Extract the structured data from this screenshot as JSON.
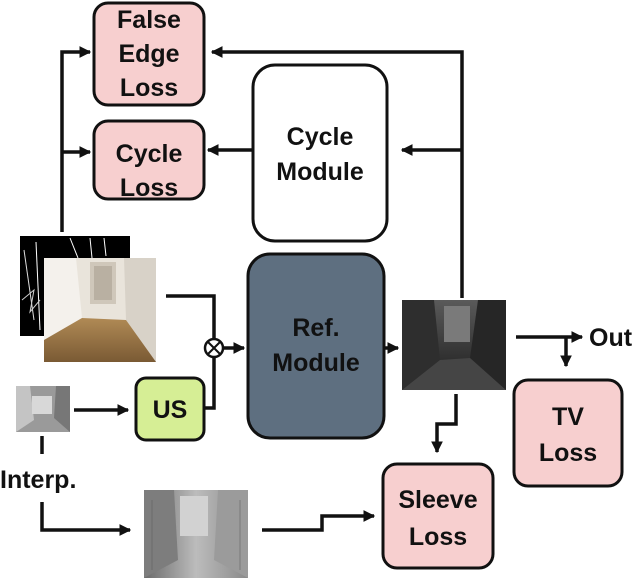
{
  "colors": {
    "loss_fill": "#f7cfcf",
    "refinement_fill": "#5e6f80",
    "upsample_fill": "#d6ee95",
    "module_fill": "#ffffff",
    "stroke": "#111111"
  },
  "boxes": {
    "false_edge_loss": [
      "False",
      "Edge",
      "Loss"
    ],
    "cycle_loss": [
      "Cycle",
      "Loss"
    ],
    "cycle_module": [
      "Cycle",
      "Module"
    ],
    "ref_module": [
      "Ref.",
      "Module"
    ],
    "us": [
      "US"
    ],
    "tv_loss": [
      "TV",
      "Loss"
    ],
    "sleeve_loss": [
      "Sleeve",
      "Loss"
    ]
  },
  "labels": {
    "out": "Out",
    "interp": "Interp."
  },
  "icons": {
    "multiply": "multiply-circle-icon"
  }
}
